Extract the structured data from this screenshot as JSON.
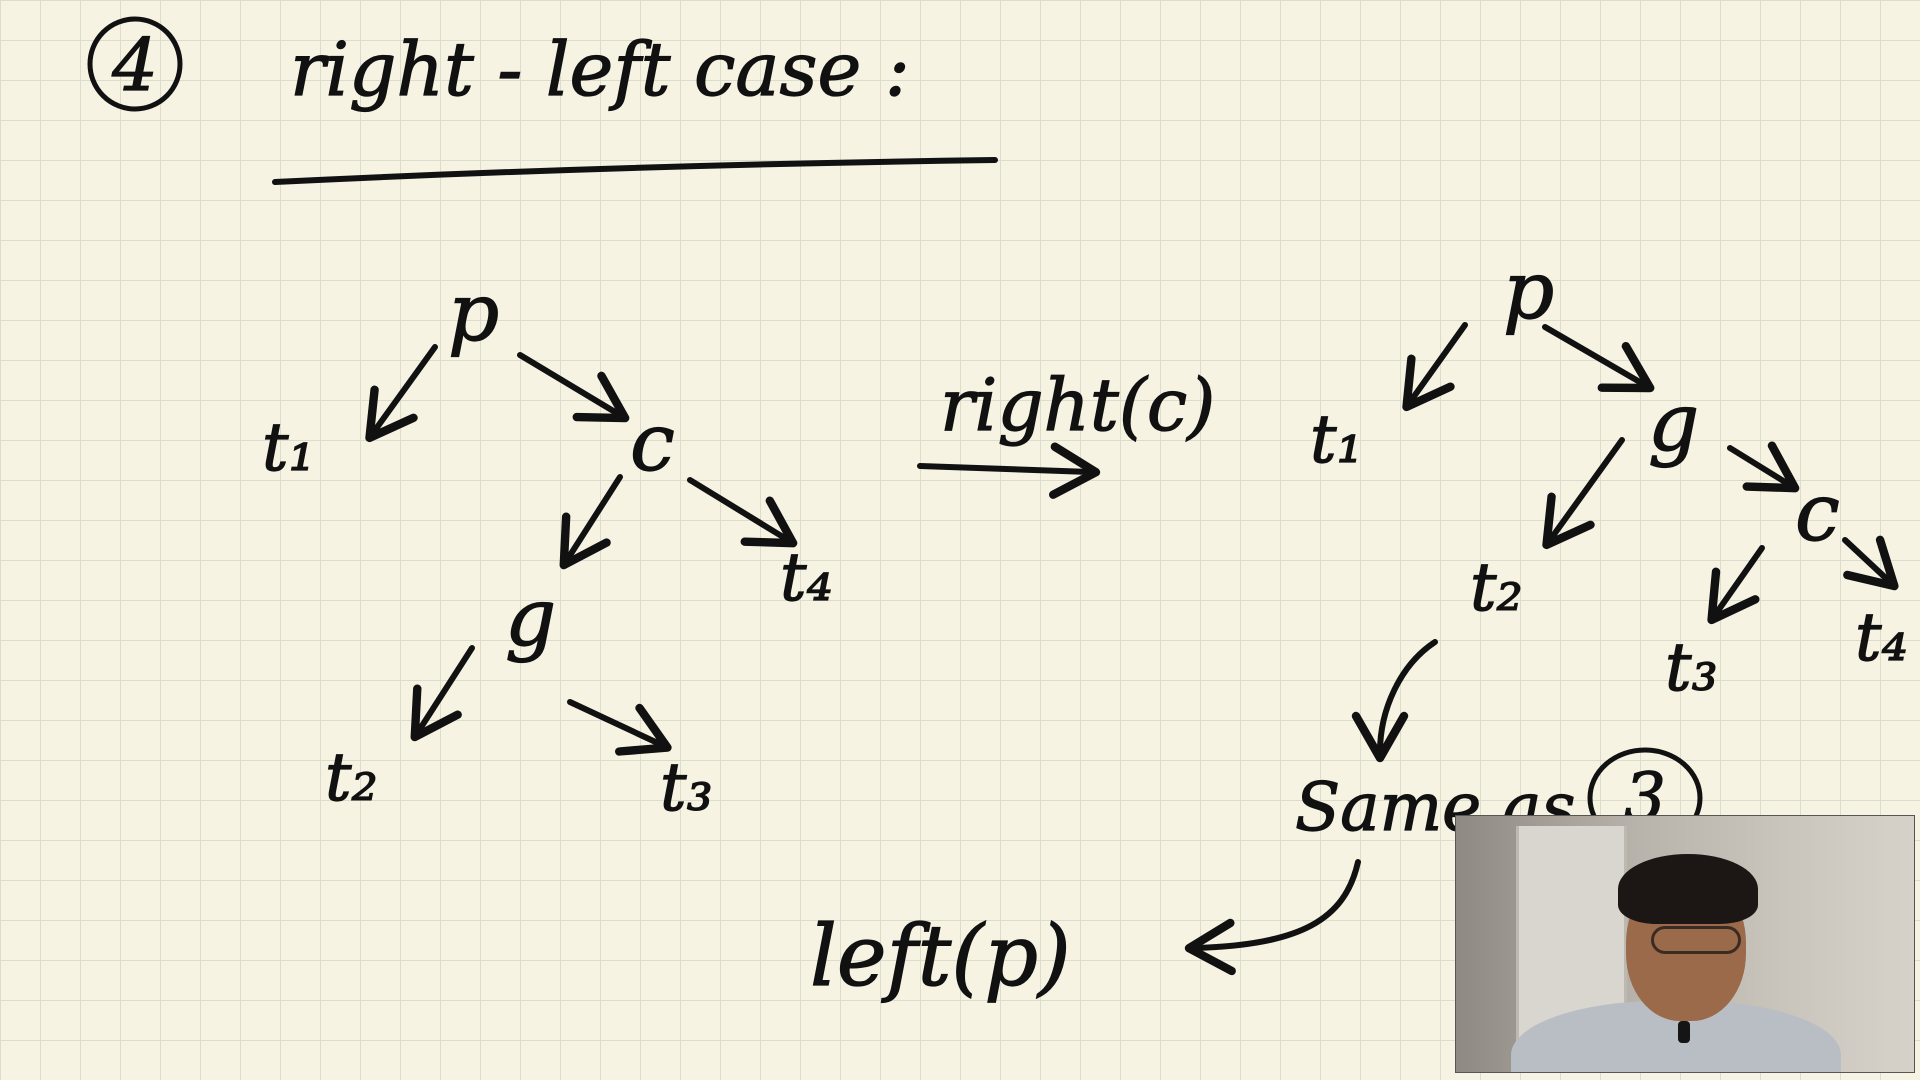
{
  "title": {
    "case_number": "4",
    "text": "right - left case :"
  },
  "left_tree": {
    "p": "p",
    "c": "c",
    "g": "g",
    "t1": "t₁",
    "t2": "t₂",
    "t3": "t₃",
    "t4": "t₄"
  },
  "transform_label": "right(c)",
  "right_tree": {
    "p": "p",
    "g": "g",
    "c": "c",
    "t1": "t₁",
    "t2": "t₂",
    "t3": "t₃",
    "t4": "t₄"
  },
  "note": {
    "same_as": "Same as",
    "ref_number": "3"
  },
  "final_op": "left(p)"
}
